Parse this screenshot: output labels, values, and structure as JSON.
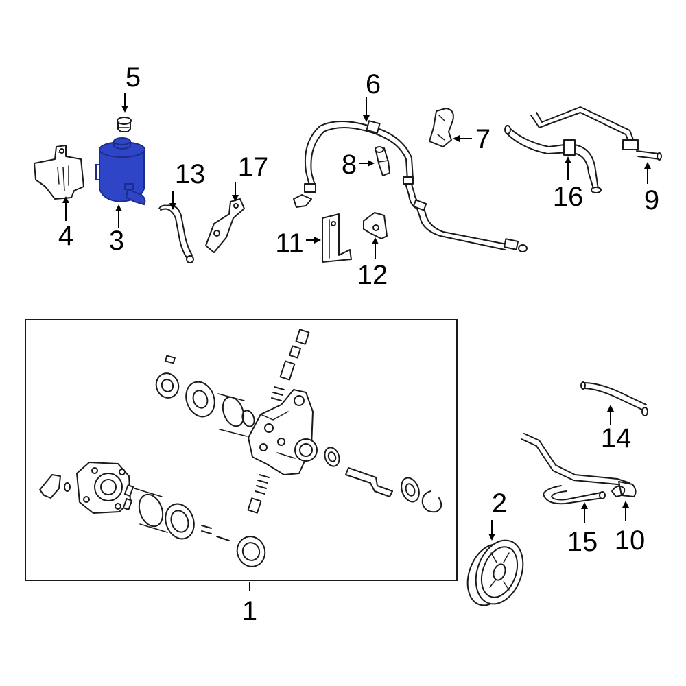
{
  "colors": {
    "highlight": "#2f45c8",
    "highlight_dark": "#1c2c8a",
    "line": "#1a1a1a",
    "background": "#ffffff"
  },
  "callouts": {
    "c1": "1",
    "c2": "2",
    "c3": "3",
    "c4": "4",
    "c5": "5",
    "c6": "6",
    "c7": "7",
    "c8": "8",
    "c9": "9",
    "c10": "10",
    "c11": "11",
    "c12": "12",
    "c13": "13",
    "c14": "14",
    "c15": "15",
    "c16": "16",
    "c17": "17"
  }
}
